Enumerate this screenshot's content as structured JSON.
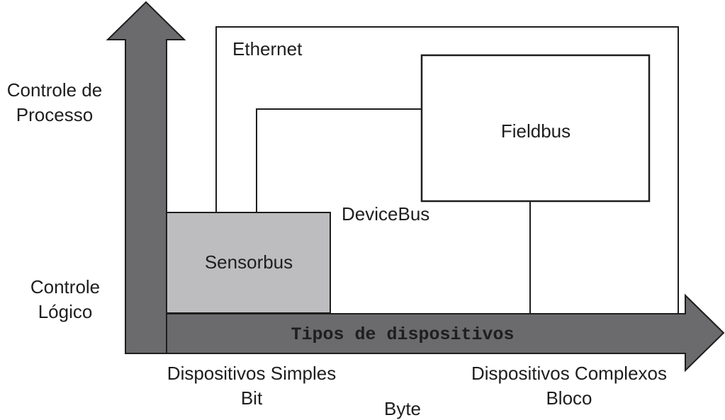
{
  "y_axis": {
    "top_label_line1": "Controle de",
    "top_label_line2": "Processo",
    "bottom_label_line1": "Controle",
    "bottom_label_line2": "Lógico"
  },
  "x_axis": {
    "title": "Tipos de dispositivos",
    "left_label_line1": "Dispositivos Simples",
    "left_label_line2": "Bit",
    "middle_label": "Byte",
    "right_label_line1": "Dispositivos Complexos",
    "right_label_line2": "Bloco"
  },
  "regions": {
    "ethernet": "Ethernet",
    "fieldbus": "Fieldbus",
    "devicebus": "DeviceBus",
    "sensorbus": "Sensorbus"
  },
  "colors": {
    "arrow_fill": "#6b6b6d",
    "sensorbus_fill": "#bdbdbf",
    "outline": "#1e1e1e"
  }
}
